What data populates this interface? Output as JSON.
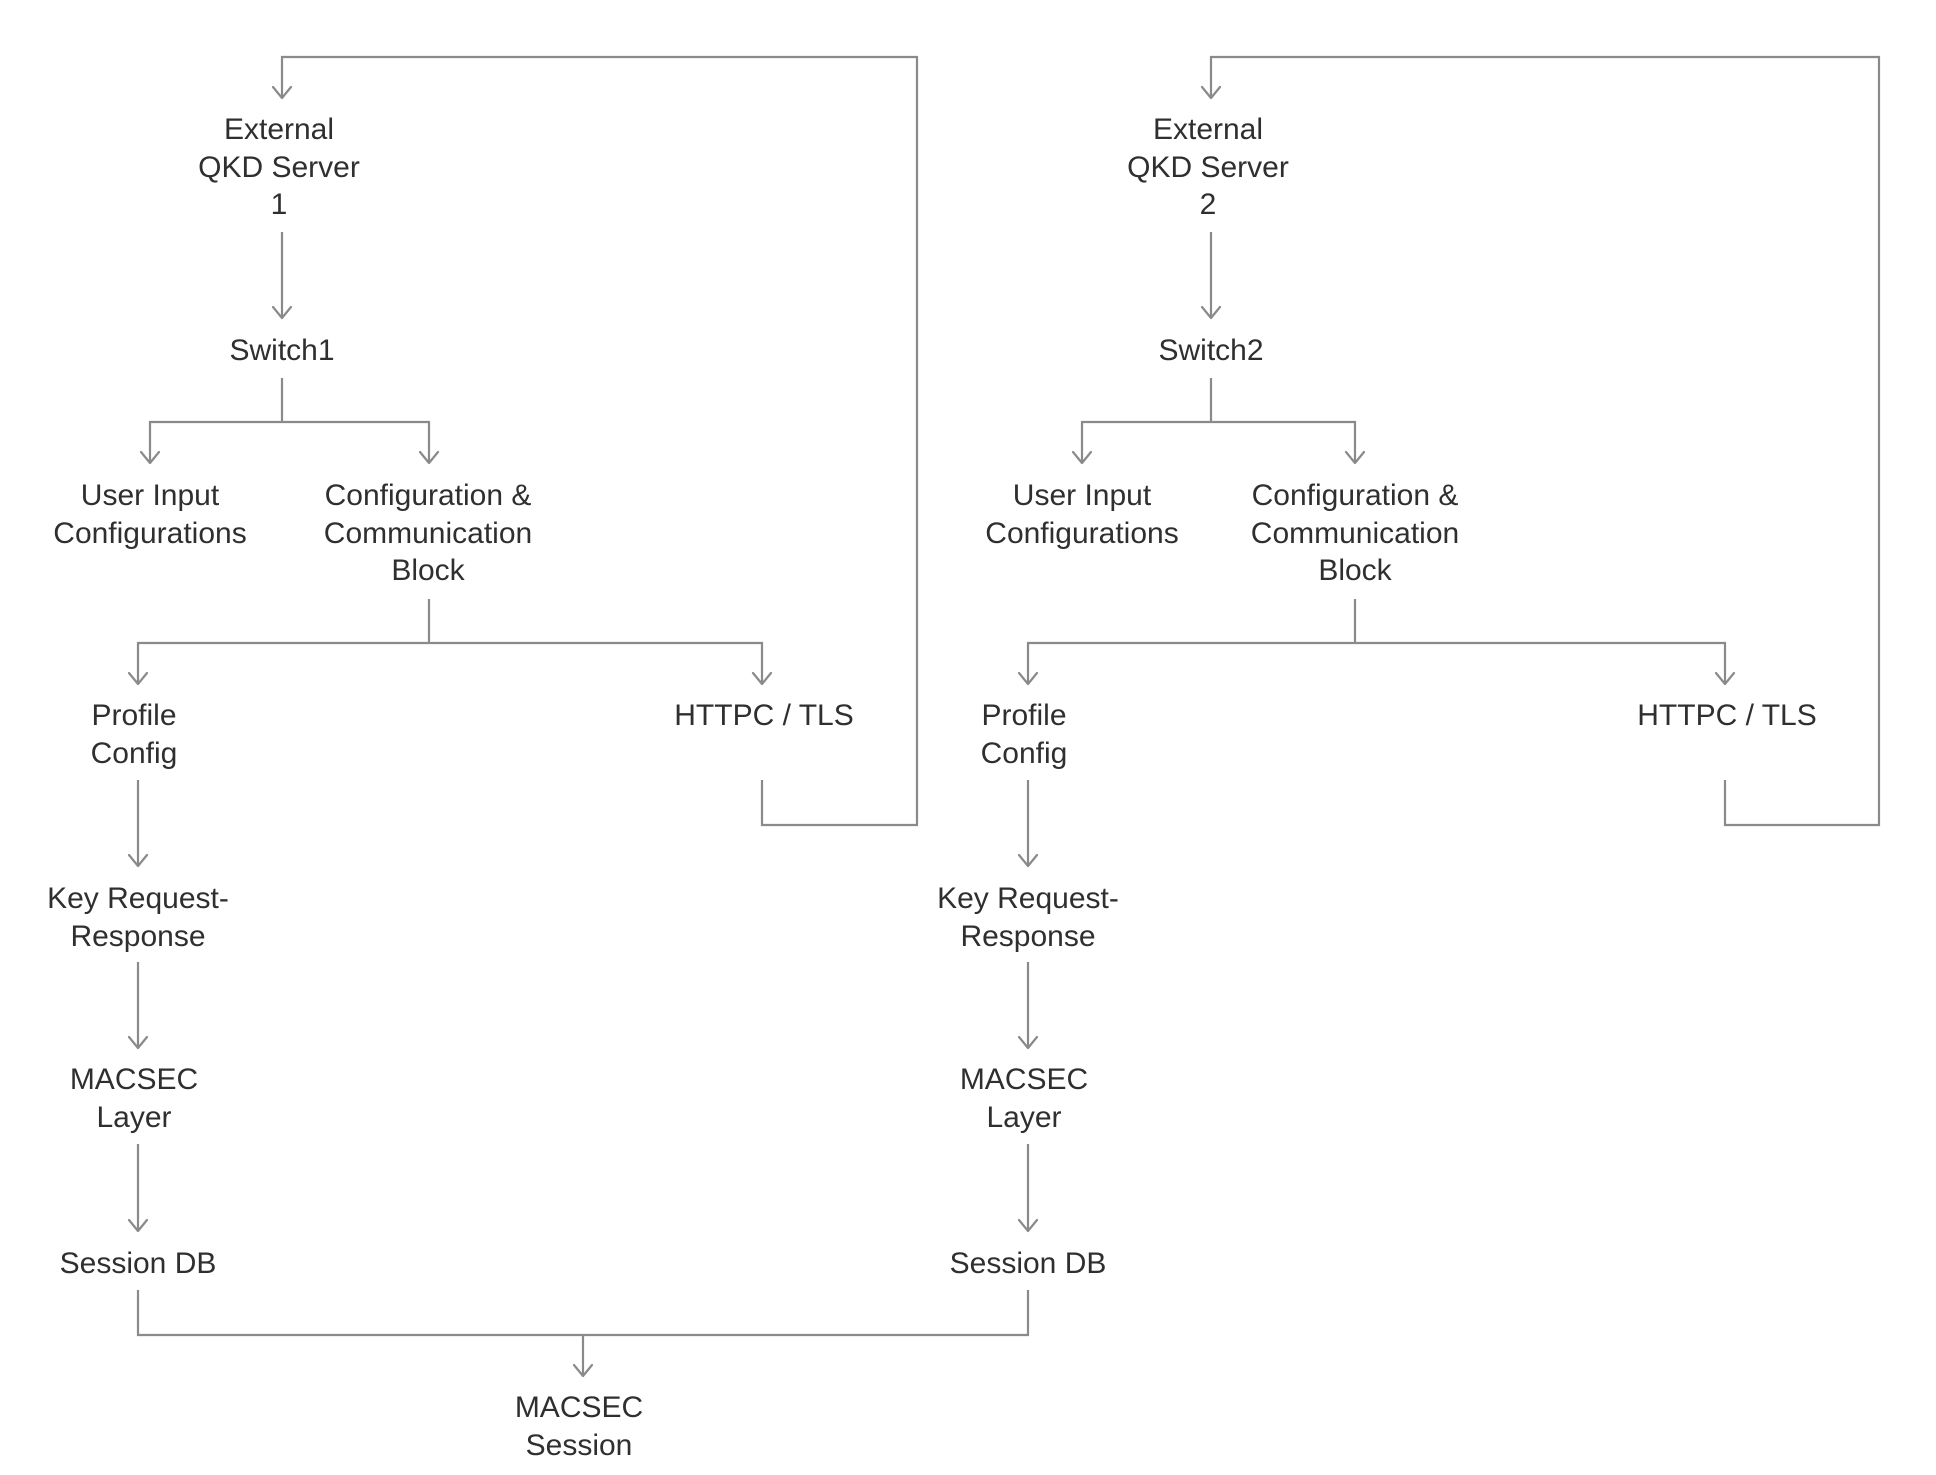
{
  "diagram": {
    "line_color": "#8a8a8a",
    "text_color": "#2f2f2f",
    "nodes": {
      "qkd1": "External\nQKD Server\n1",
      "switch1": "Switch1",
      "userinput1": "User Input\nConfigurations",
      "config1": "Configuration &\nCommunication\nBlock",
      "profile1": "Profile\nConfig",
      "https1": "HTTPC / TLS",
      "keyreq1": "Key Request-\nResponse",
      "macsec1": "MACSEC\nLayer",
      "session1": "Session DB",
      "qkd2": "External\nQKD Server\n2",
      "switch2": "Switch2",
      "userinput2": "User Input\nConfigurations",
      "config2": "Configuration &\nCommunication\nBlock",
      "profile2": "Profile\nConfig",
      "https2": "HTTPC / TLS",
      "keyreq2": "Key Request-\nResponse",
      "macsec2": "MACSEC\nLayer",
      "session2": "Session DB",
      "macsec_session": "MACSEC\nSession"
    }
  }
}
